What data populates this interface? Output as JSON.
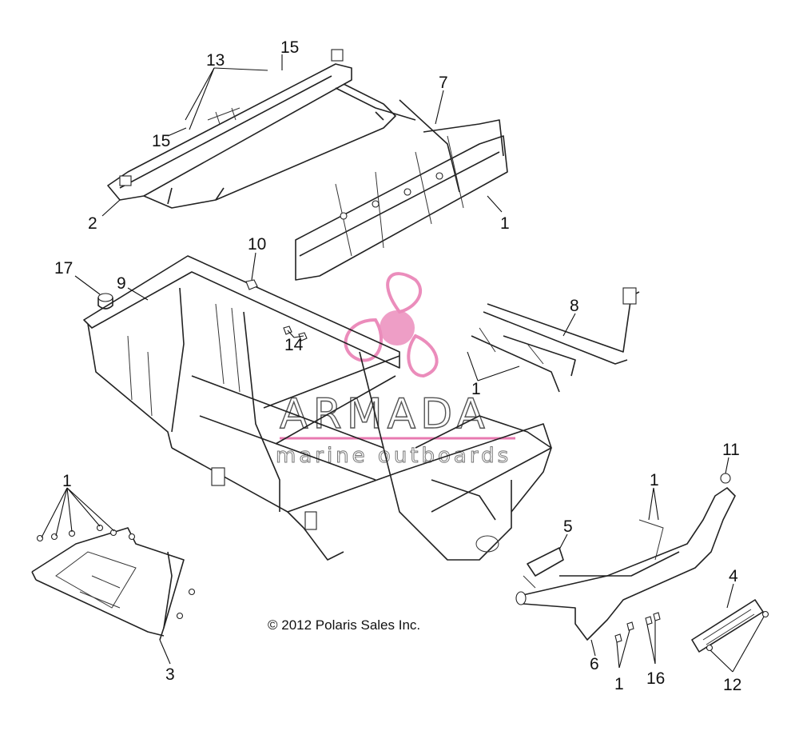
{
  "copyright": "© 2012 Polaris Sales Inc.",
  "watermark": {
    "title": "ARMADA",
    "subtitle": "marine outboards",
    "color": "#e879b0"
  },
  "callouts": [
    {
      "id": "c15a",
      "text": "15"
    },
    {
      "id": "c13",
      "text": "13"
    },
    {
      "id": "c15b",
      "text": "15"
    },
    {
      "id": "c2",
      "text": "2"
    },
    {
      "id": "c7",
      "text": "7"
    },
    {
      "id": "c1a",
      "text": "1"
    },
    {
      "id": "c17",
      "text": "17"
    },
    {
      "id": "c9",
      "text": "9"
    },
    {
      "id": "c10",
      "text": "10"
    },
    {
      "id": "c14",
      "text": "14"
    },
    {
      "id": "c8",
      "text": "8"
    },
    {
      "id": "c1b",
      "text": "1"
    },
    {
      "id": "c1c",
      "text": "1"
    },
    {
      "id": "c11",
      "text": "11"
    },
    {
      "id": "c1d",
      "text": "1"
    },
    {
      "id": "c5",
      "text": "5"
    },
    {
      "id": "c4",
      "text": "4"
    },
    {
      "id": "c3",
      "text": "3"
    },
    {
      "id": "c6",
      "text": "6"
    },
    {
      "id": "c1e",
      "text": "1"
    },
    {
      "id": "c16",
      "text": "16"
    },
    {
      "id": "c12",
      "text": "12"
    }
  ]
}
